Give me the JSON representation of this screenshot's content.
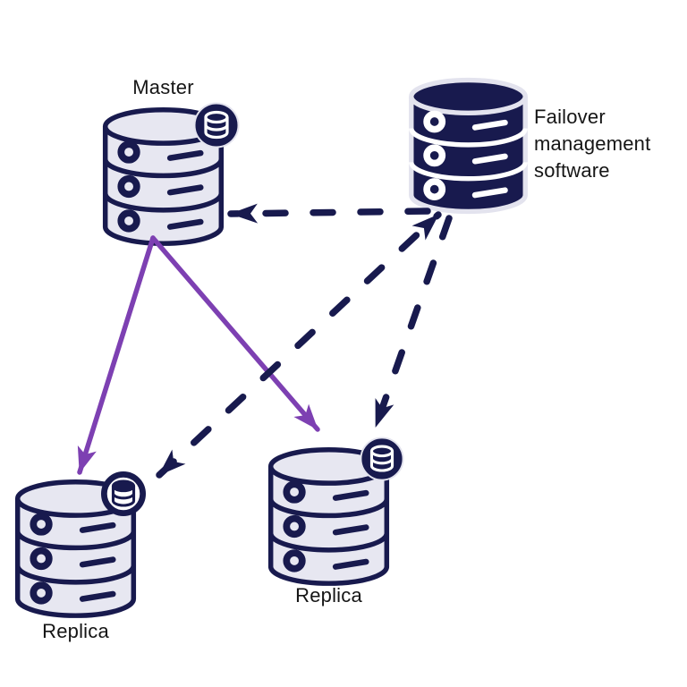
{
  "diagram": {
    "type": "database-failover-replication-diagram",
    "nodes": {
      "master": {
        "label": "Master",
        "icon": "database-icon",
        "badge": "database-badge-icon",
        "variant": "light"
      },
      "failover": {
        "label": "Failover management software",
        "icon": "database-icon",
        "variant": "dark"
      },
      "replica_left": {
        "label": "Replica",
        "icon": "database-icon",
        "badge": "database-badge-icon",
        "variant": "light"
      },
      "replica_right": {
        "label": "Replica",
        "icon": "database-icon",
        "badge": "database-badge-icon",
        "variant": "light"
      }
    },
    "edges": [
      {
        "from": "master",
        "to": "replica_left",
        "style": "solid",
        "color_key": "purple",
        "arrowheads": "end"
      },
      {
        "from": "master",
        "to": "replica_right",
        "style": "solid",
        "color_key": "purple",
        "arrowheads": "end"
      },
      {
        "from": "failover",
        "to": "master",
        "style": "dashed",
        "color_key": "navy",
        "arrowheads": "end"
      },
      {
        "from": "failover",
        "to": "replica_left",
        "style": "dashed",
        "color_key": "navy",
        "arrowheads": "both"
      },
      {
        "from": "failover",
        "to": "replica_right",
        "style": "dashed",
        "color_key": "navy",
        "arrowheads": "end"
      }
    ]
  },
  "colors": {
    "navy": "#181a4e",
    "purple": "#7d40b2",
    "cylinder": "#e7e7f1",
    "rim": "#e3e3ee",
    "text": "#151515",
    "bg": "#ffffff"
  }
}
